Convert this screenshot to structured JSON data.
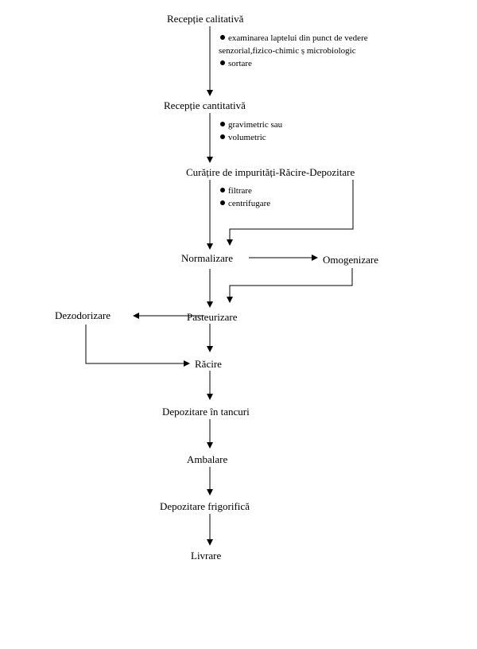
{
  "steps": {
    "receptie_calitativa": "Recepție calitativă",
    "receptie_cantitativa": "Recepție cantitativă",
    "curatire": "Curățire de impurități-Răcire-Depozitare",
    "normalizare": "Normalizare",
    "omogenizare": "Omogenizare",
    "dezodorizare": "Dezodorizare",
    "pasteurizare": "Pasteurizare",
    "racire": "Răcire",
    "depozitare_tancuri": "Depozitare în tancuri",
    "ambalare": "Ambalare",
    "depozitare_frigorifica": "Depozitare frigorifică",
    "livrare": "Livrare"
  },
  "notes": {
    "calitativa": [
      "examinarea laptelui din punct de vedere",
      "senzorial,fizico-chimic ș microbiologic",
      "sortare"
    ],
    "cantitativa": [
      "gravimetric sau",
      "volumetric"
    ],
    "curatire": [
      "filtrare",
      "centrifugare"
    ]
  }
}
